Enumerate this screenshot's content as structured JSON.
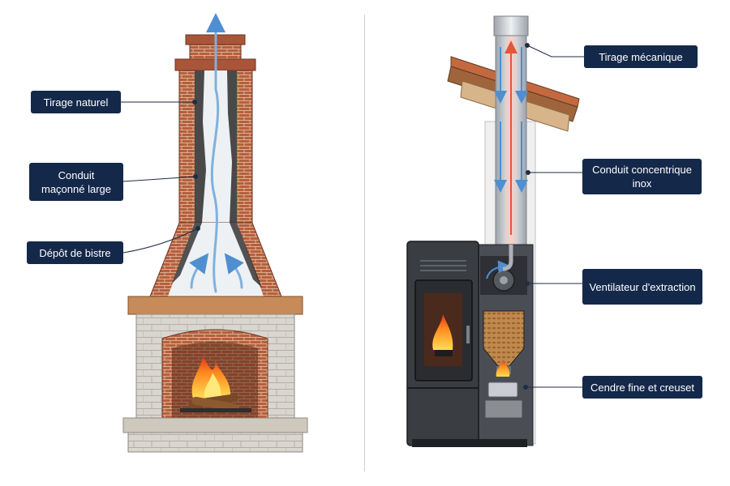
{
  "left_panel": {
    "labels": {
      "natural_draft": "Tirage naturel",
      "wide_flue": "Conduit maçonné large",
      "soot": "Dépôt de bistre"
    }
  },
  "right_panel": {
    "labels": {
      "mechanical_draft": "Tirage mécanique",
      "concentric_flue": "Conduit concentrique inox",
      "fan": "Ventilateur d'extraction",
      "ash": "Cendre fine et creuset"
    }
  },
  "colors": {
    "label_bg": "#14284a",
    "brick": "#b5603c",
    "soot": "#2b2b2b",
    "hot_air": "#e4553a",
    "cool_air": "#4f8fd1",
    "stove_body": "#3a3d42",
    "steel": "#c9ccd1"
  }
}
